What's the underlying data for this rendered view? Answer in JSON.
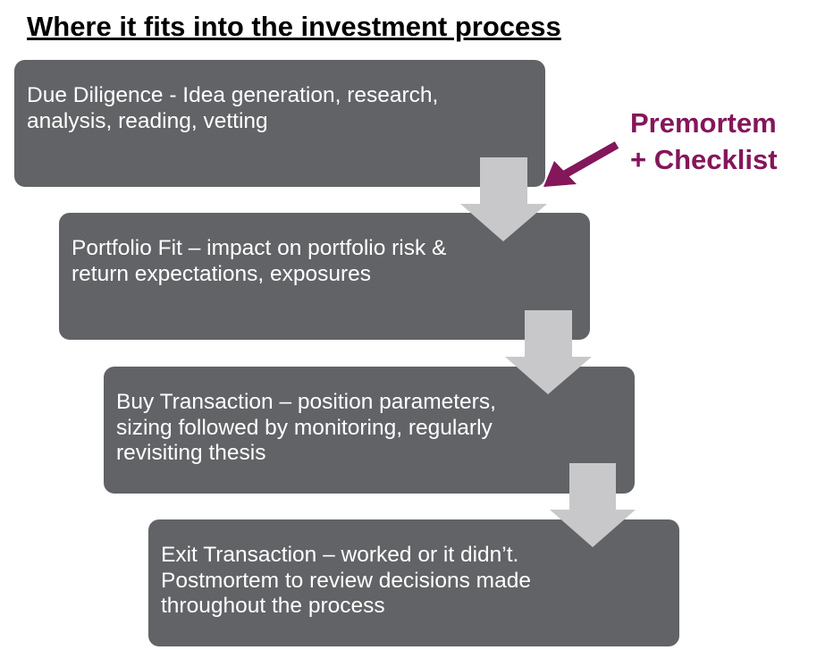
{
  "title": "Where it fits into the investment process",
  "steps": [
    {
      "text": "Due Diligence - Idea generation, research, analysis, reading, vetting"
    },
    {
      "text": "Portfolio Fit – impact on portfolio risk & return expectations, exposures"
    },
    {
      "text": "Buy Transaction – position parameters, sizing followed by monitoring, regularly revisiting thesis"
    },
    {
      "text": "Exit Transaction – worked or it didn’t.  Postmortem to review decisions made throughout the process"
    }
  ],
  "annotation": {
    "line1": "Premortem",
    "line2": "+ Checklist"
  },
  "colors": {
    "box": "#616366",
    "arrow": "#c8c8ca",
    "accent": "#84165a"
  }
}
